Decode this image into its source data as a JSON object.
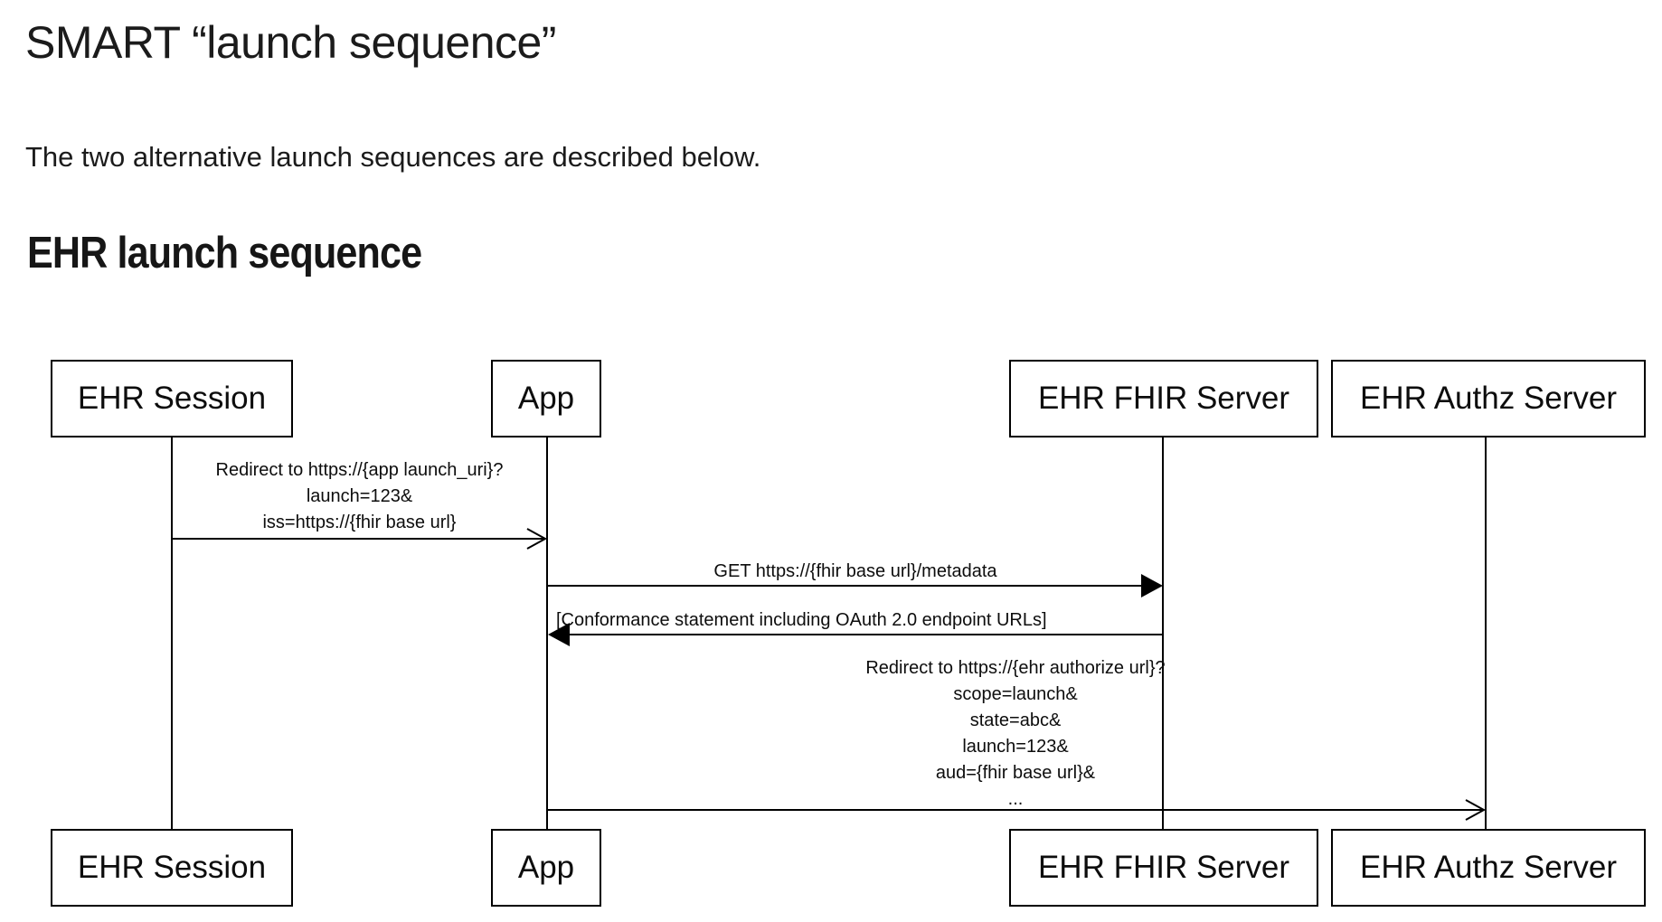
{
  "page": {
    "title": "SMART “launch sequence”",
    "intro": "The two alternative launch sequences are described below.",
    "section_heading": "EHR launch sequence"
  },
  "diagram": {
    "name": "EHR launch sequence diagram",
    "colors": {
      "line": "#000000",
      "text": "#0d0d0d",
      "background": "#ffffff"
    },
    "actors": [
      {
        "id": "ehr-session",
        "label": "EHR Session"
      },
      {
        "id": "app",
        "label": "App"
      },
      {
        "id": "ehr-fhir-server",
        "label": "EHR FHIR Server"
      },
      {
        "id": "ehr-authz-server",
        "label": "EHR Authz Server"
      }
    ],
    "messages": [
      {
        "from": "ehr-session",
        "to": "app",
        "arrow_style": "open",
        "lines": [
          "Redirect to https://{app launch_uri}?",
          "launch=123&",
          "iss=https://{fhir base url}"
        ]
      },
      {
        "from": "app",
        "to": "ehr-fhir-server",
        "arrow_style": "filled",
        "lines": [
          "GET https://{fhir base url}/metadata"
        ]
      },
      {
        "from": "ehr-fhir-server",
        "to": "app",
        "arrow_style": "filled",
        "lines": [
          "[Conformance statement including OAuth 2.0 endpoint URLs]"
        ]
      },
      {
        "from": "app",
        "to": "ehr-authz-server",
        "arrow_style": "open",
        "lines": [
          "Redirect to https://{ehr authorize url}?",
          "scope=launch&",
          "state=abc&",
          "launch=123&",
          "aud={fhir base url}&",
          "..."
        ]
      }
    ]
  }
}
